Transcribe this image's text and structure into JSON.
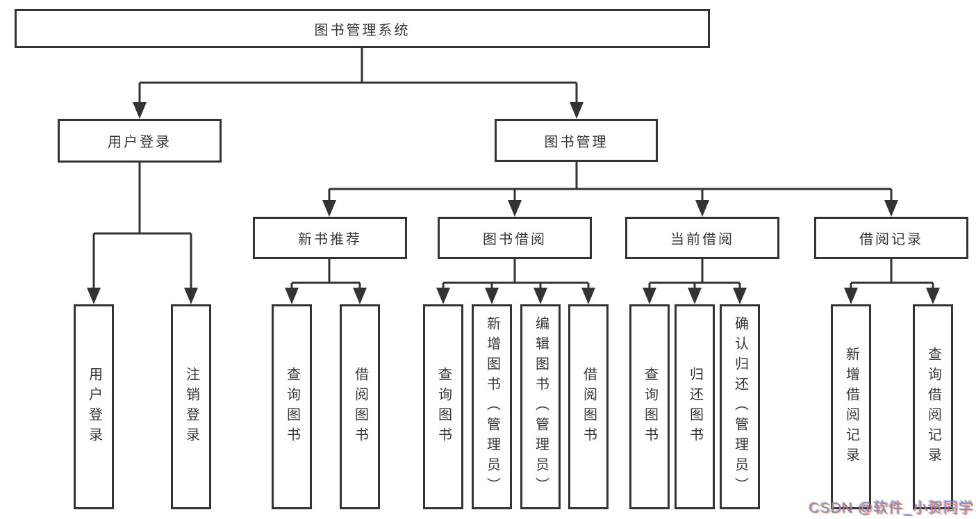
{
  "nodes": {
    "root": "图书管理系统",
    "l2": [
      "用户登录",
      "图书管理"
    ],
    "l3": [
      "新书推荐",
      "图书借阅",
      "当前借阅",
      "借阅记录"
    ],
    "leaves": [
      "用户登录",
      "注销登录",
      "查询图书",
      "借阅图书",
      "查询图书",
      "新增图书（管理员）",
      "编辑图书（管理员）",
      "借阅图书",
      "查询图书",
      "归还图书",
      "确认归还（管理员）",
      "新增借阅记录",
      "查询借阅记录"
    ]
  },
  "watermark": "CSDN @软件_小贺同学",
  "colors": {
    "line": "#333333",
    "box_background": "#ffffff",
    "text": "#363636",
    "watermark_gray": "#8e8e8e"
  }
}
